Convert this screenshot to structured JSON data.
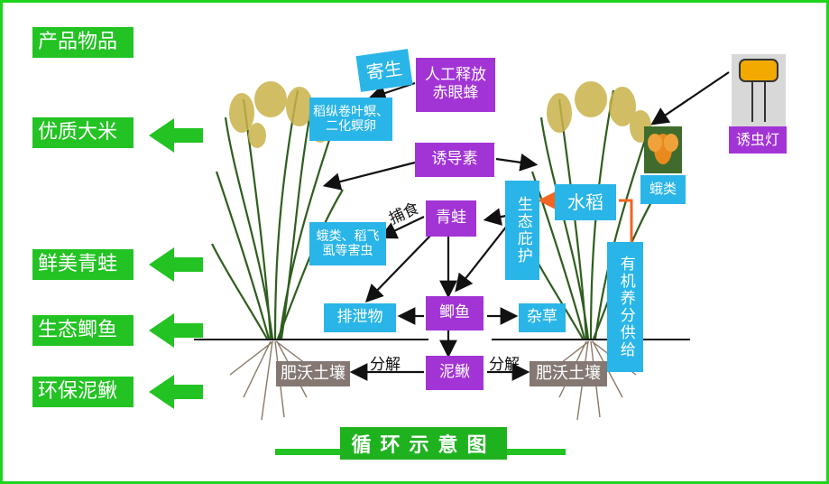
{
  "header": {
    "section_label": "产品物品"
  },
  "products": [
    {
      "label": "优质大米"
    },
    {
      "label": "鲜美青蛙"
    },
    {
      "label": "生态鲫鱼"
    },
    {
      "label": "环保泥鳅"
    }
  ],
  "nodes": {
    "parasite": "寄生",
    "trichogramma": "人工释放赤眼蜂",
    "leafroller": "稻纵卷叶螟、二化螟卵",
    "pheromone": "诱导素",
    "capture": "捕食",
    "frog": "青蛙",
    "pests": "蛾类、稻飞虱等害虫",
    "shelter": "生态庇护",
    "rice": "水稻",
    "moths": "蛾类",
    "insect_lamp": "诱虫灯",
    "organic": "有机养分供给",
    "excrement": "排泄物",
    "carp": "鲫鱼",
    "weeds": "杂草",
    "soil_left": "肥沃土壤",
    "decompose_left": "分解",
    "loach": "泥鳅",
    "decompose_right": "分解",
    "soil_right": "肥沃土壤"
  },
  "title": "循环示意图",
  "colors": {
    "frame": "#1fd41f",
    "product_green": "#22c322",
    "purple": "#a234d6",
    "cyan": "#2ab5e8",
    "brown": "#857873",
    "orange_arrow": "#f26522"
  },
  "icons": [
    "arrow-left-icon",
    "rice-plant-icon",
    "insect-lamp-icon",
    "moth-icon"
  ]
}
